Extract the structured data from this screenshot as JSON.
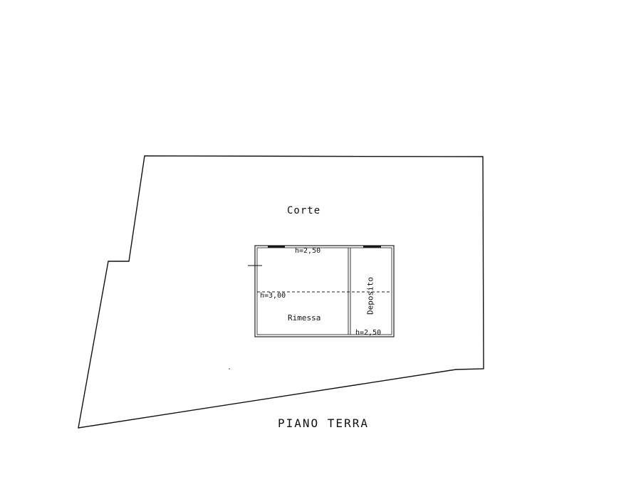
{
  "plan": {
    "title": "PIANO TERRA",
    "areas": {
      "courtyard": "Corte",
      "garage": "Rimessa",
      "storage": "Deposito"
    },
    "heights": {
      "garage_top": "h=2,50",
      "garage_mid": "h=3,00",
      "storage_bottom": "h=2,50"
    },
    "colors": {
      "line": "#111111",
      "background": "#ffffff"
    }
  }
}
